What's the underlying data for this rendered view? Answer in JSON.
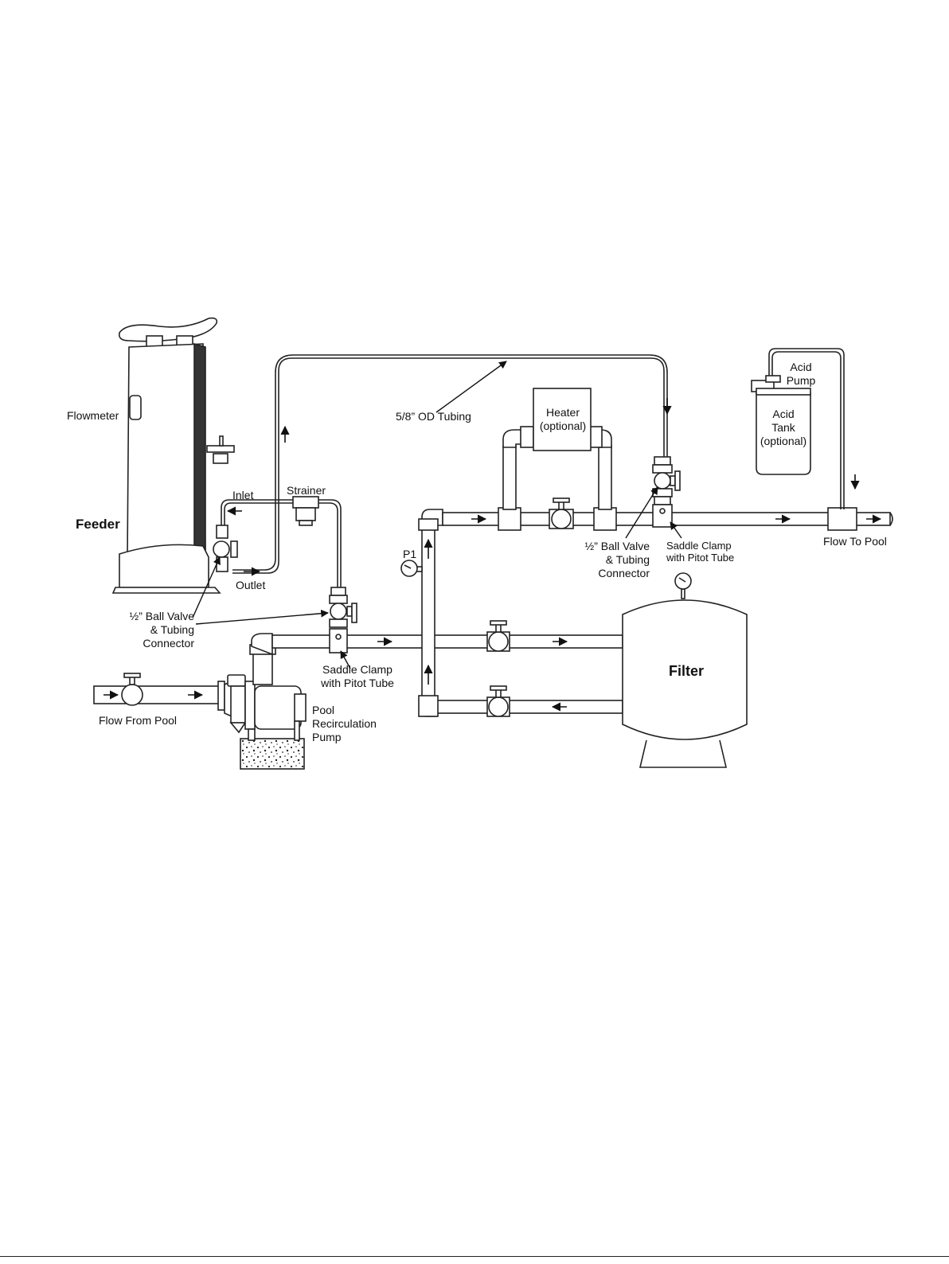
{
  "labels": {
    "flowmeter": "Flowmeter",
    "feeder": "Feeder",
    "inlet": "Inlet",
    "outlet": "Outlet",
    "strainer": "Strainer",
    "tubing": "5/8” OD Tubing",
    "heater": [
      "Heater",
      "(optional)"
    ],
    "acid_pump": [
      "Acid",
      "Pump"
    ],
    "acid_tank": [
      "Acid",
      "Tank",
      "(optional)"
    ],
    "ball_valve_left": [
      "½” Ball Valve",
      "& Tubing",
      "Connector"
    ],
    "ball_valve_right": [
      "½” Ball Valve",
      "& Tubing",
      "Connector"
    ],
    "saddle_left": [
      "Saddle Clamp",
      "with Pitot Tube"
    ],
    "saddle_right": [
      "Saddle Clamp",
      "with Pitot Tube"
    ],
    "p1": "P1",
    "flow_to_pool": "Flow To Pool",
    "flow_from_pool": "Flow From Pool",
    "pump": [
      "Pool",
      "Recirculation",
      "Pump"
    ],
    "filter": "Filter"
  },
  "colors": {
    "line": "#222222",
    "fill": "#ffffff",
    "shade": "#e6e6e6"
  }
}
